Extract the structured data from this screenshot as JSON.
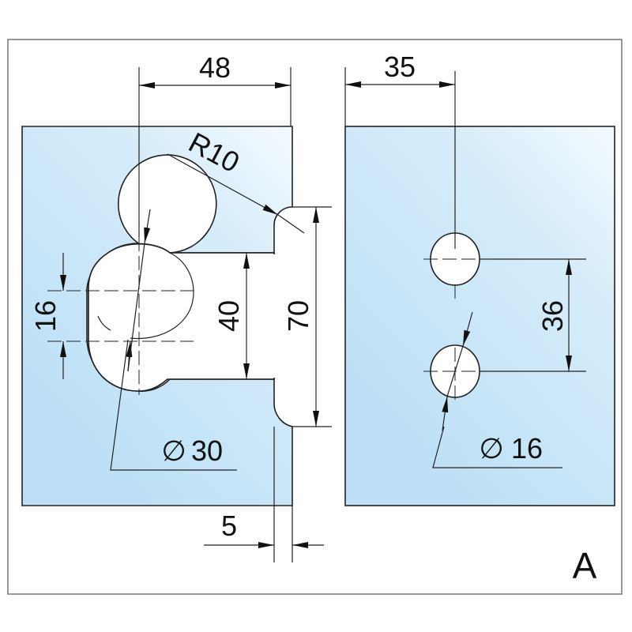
{
  "drawing": {
    "label": "A",
    "dimensions": {
      "width_left": "48",
      "width_right": "35",
      "radius": "R10",
      "notch_height": "40",
      "outer_height": "70",
      "slot_height": "16",
      "hole_spacing": "36",
      "gap": "5",
      "large_hole_diameter": "30",
      "small_hole_diameter": "16",
      "diameter_symbol": "∅"
    },
    "colors": {
      "glass_light": "#eaf5fd",
      "glass_dark": "#bfe0f6",
      "line": "#222222"
    }
  }
}
